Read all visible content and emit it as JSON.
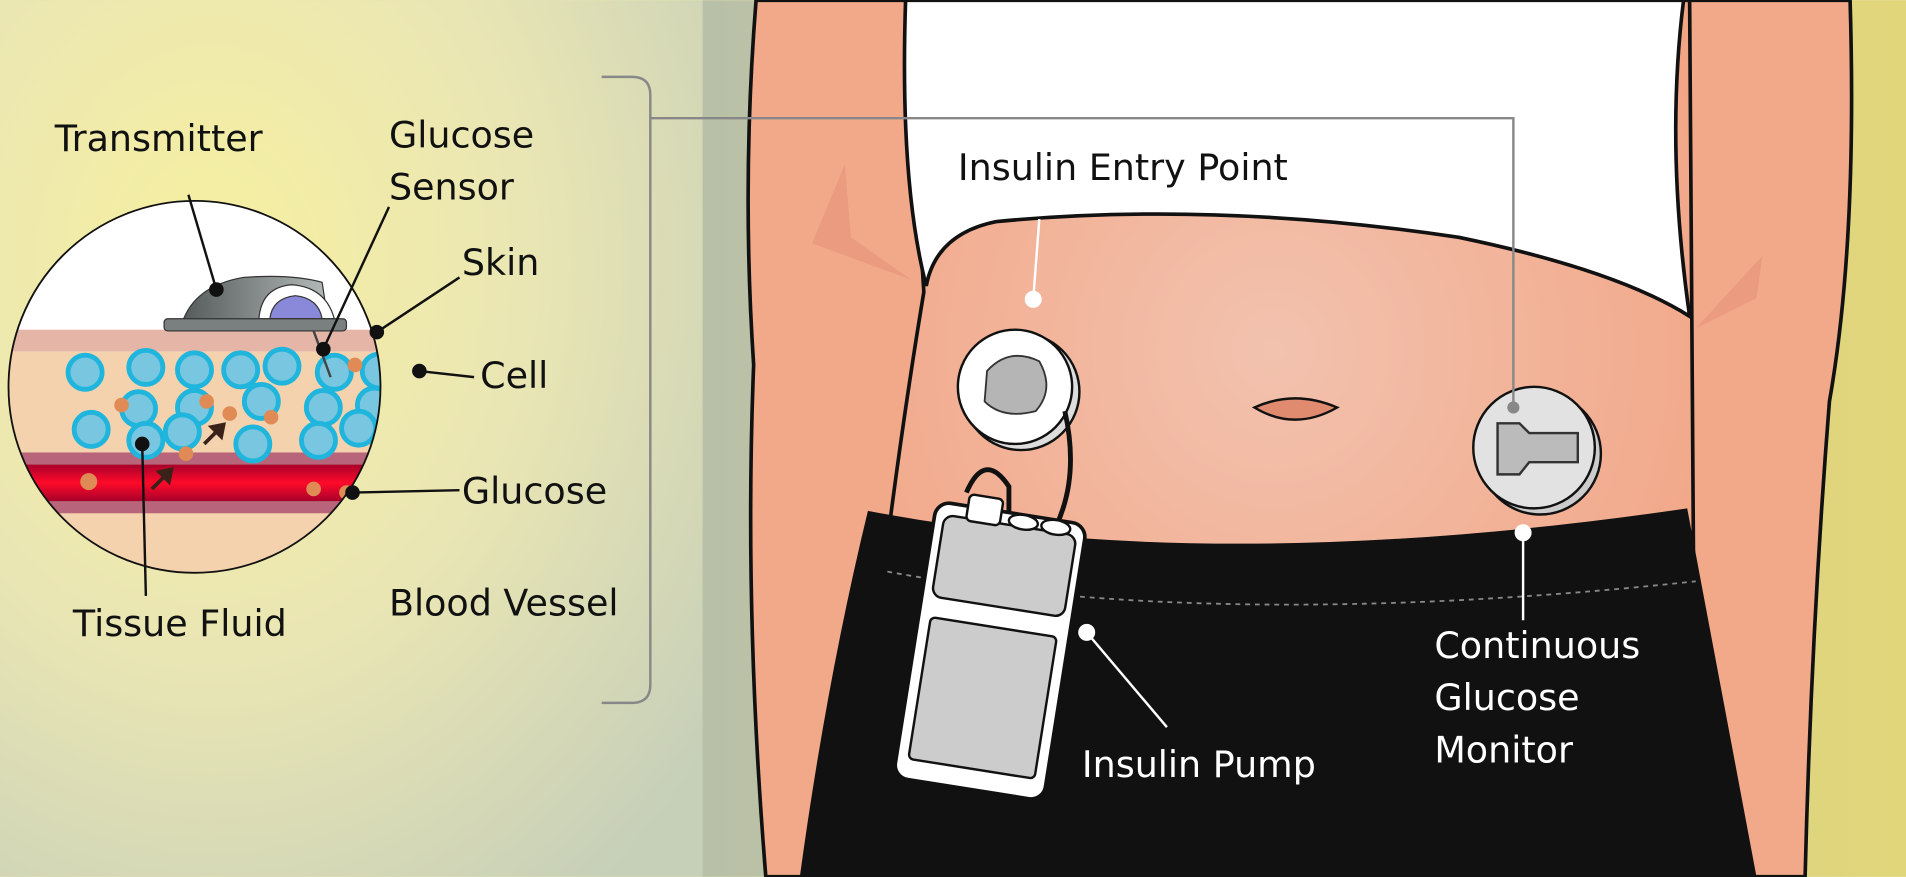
{
  "inset": {
    "transmitter": "Transmitter",
    "glucose_sensor_line1": "Glucose",
    "glucose_sensor_line2": "Sensor",
    "skin": "Skin",
    "cell": "Cell",
    "glucose": "Glucose",
    "tissue_fluid": "Tissue Fluid",
    "blood_vessel": "Blood Vessel"
  },
  "body": {
    "insulin_entry_point": "Insulin Entry Point",
    "insulin_pump": "Insulin Pump",
    "cgm_line1": "Continuous",
    "cgm_line2": "Glucose",
    "cgm_line3": "Monitor"
  },
  "colors": {
    "skin": "#f2a98a",
    "cell_ring": "#1fb5dc",
    "cell_fill": "#78c6e0",
    "blood": "#e0062a",
    "glucose_dot": "#e08a55"
  }
}
